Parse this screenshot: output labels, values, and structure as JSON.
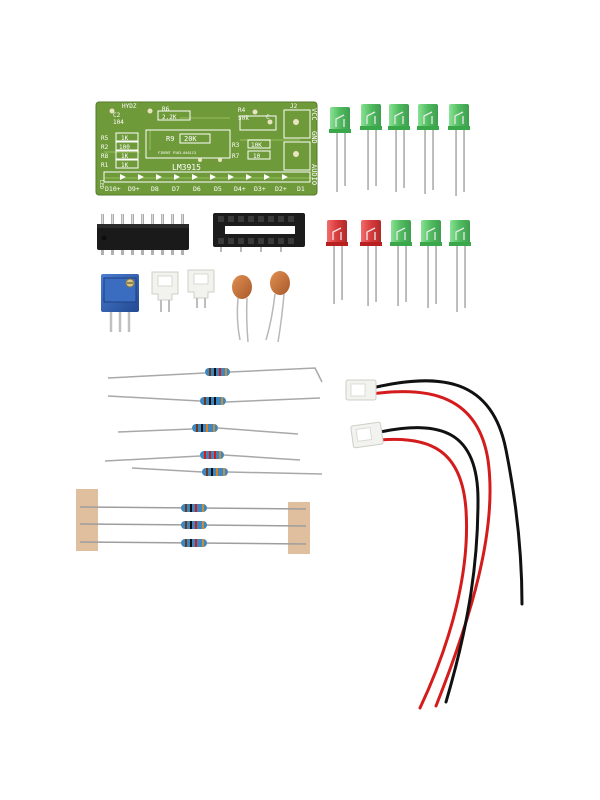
{
  "pcb": {
    "part_labels": {
      "hydz": "HYDZ",
      "c2": "C2",
      "c2_val": "104",
      "r6": "R6",
      "r6_val": "2.2K",
      "r9": "R9",
      "r9_val": "20K",
      "r4": "R4",
      "r4_val": "50k",
      "c": "C",
      "j2": "J2",
      "r5": "R5",
      "r5_val": "1K",
      "r2": "R2",
      "r2_val": "100",
      "r8": "R8",
      "r8_val": "1K",
      "r1": "R1",
      "r1_val": "1K",
      "r3": "R3",
      "r3_val": "10K",
      "r7": "R7",
      "r7_val": "10",
      "chip": "LM3915",
      "tiny_code": "FIRENT P163-040113"
    },
    "connector_labels": [
      "AUDIO",
      "GND",
      "VCC"
    ],
    "led_row_label": "LED",
    "led_labels": [
      "D10+",
      "D9+",
      "D8",
      "D7",
      "D6",
      "D5",
      "D4+",
      "D3+",
      "D2+",
      "D1"
    ]
  },
  "colors": {
    "pcb_green": "#6f9a3a",
    "silk": "#ffffff",
    "ic_black": "#1a1a1a",
    "led_green": "#4cc15a",
    "led_red": "#d83030",
    "trimmer_blue": "#2f5fb0",
    "ceramic_cap": "#c4703c",
    "wire_red": "#d41c1c",
    "wire_black": "#111111",
    "connector_white": "#f2f2ee",
    "resistor_body": "#3e86bf",
    "tape": "#d9b48c"
  },
  "icons": {
    "ic": "dip-ic-icon",
    "socket": "ic-socket-icon",
    "led": "led-icon",
    "trimmer": "trimmer-potentiometer-icon",
    "connector": "jst-connector-icon",
    "capacitor": "ceramic-capacitor-icon",
    "resistor": "resistor-icon",
    "cable": "wire-cable-icon"
  }
}
